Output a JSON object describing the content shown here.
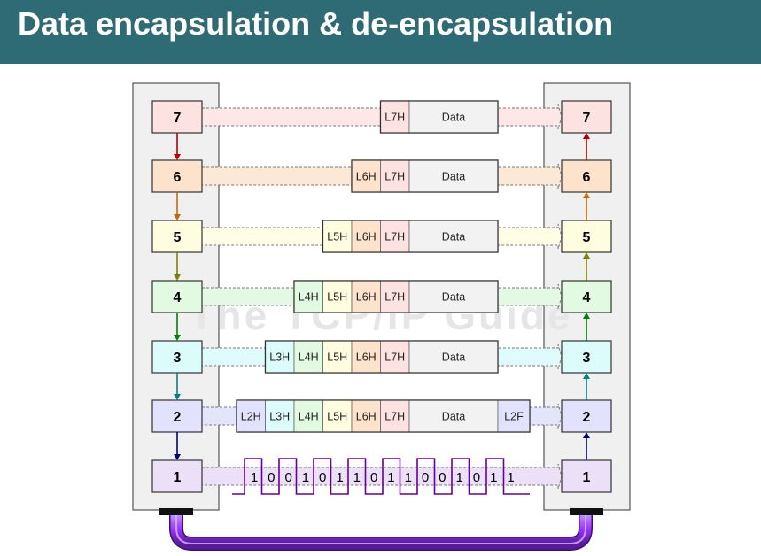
{
  "title": "Data encapsulation & de-encapsulation",
  "watermark": "The TCP/IP Guide",
  "layers": [
    {
      "num": "7",
      "fill": "#fde2e2",
      "arrow": "#b80000",
      "band": "#fde7e7",
      "headers": [
        "L7H"
      ],
      "data": "Data"
    },
    {
      "num": "6",
      "fill": "#fde3cc",
      "arrow": "#cc6600",
      "band": "#fde8d6",
      "headers": [
        "L6H",
        "L7H"
      ],
      "data": "Data"
    },
    {
      "num": "5",
      "fill": "#fefde0",
      "arrow": "#808000",
      "band": "#fefde6",
      "headers": [
        "L5H",
        "L6H",
        "L7H"
      ],
      "data": "Data"
    },
    {
      "num": "4",
      "fill": "#e2f9e2",
      "arrow": "#008000",
      "band": "#e4f9e4",
      "headers": [
        "L4H",
        "L5H",
        "L6H",
        "L7H"
      ],
      "data": "Data"
    },
    {
      "num": "3",
      "fill": "#dcfbfb",
      "arrow": "#008080",
      "band": "#e0fbfb",
      "headers": [
        "L3H",
        "L4H",
        "L5H",
        "L6H",
        "L7H"
      ],
      "data": "Data"
    },
    {
      "num": "2",
      "fill": "#e2e2fd",
      "arrow": "#000080",
      "band": "#e4e4fd",
      "headers": [
        "L2H",
        "L3H",
        "L4H",
        "L5H",
        "L6H",
        "L7H"
      ],
      "data": "Data",
      "trailer": "L2F"
    },
    {
      "num": "1",
      "fill": "#ecdff8",
      "arrow": "#660099",
      "band": "#ece0f8",
      "headers": [],
      "data": ""
    }
  ],
  "header_colors": {
    "L2H": "#e2e2fd",
    "L3H": "#dcfbfb",
    "L4H": "#e2f9e2",
    "L5H": "#fefde0",
    "L6H": "#fde3cc",
    "L7H": "#fde2e2",
    "Data": "#f2f2f2",
    "L2F": "#e2e2fd"
  },
  "bits": [
    "1",
    "0",
    "0",
    "1",
    "0",
    "1",
    "1",
    "0",
    "1",
    "1",
    "0",
    "0",
    "1",
    "0",
    "1",
    "1"
  ],
  "colors": {
    "title_bg": "#2f6b75",
    "stack_bg": "#f0f0f0",
    "cable": "#9933ff",
    "signal": "#660099"
  }
}
